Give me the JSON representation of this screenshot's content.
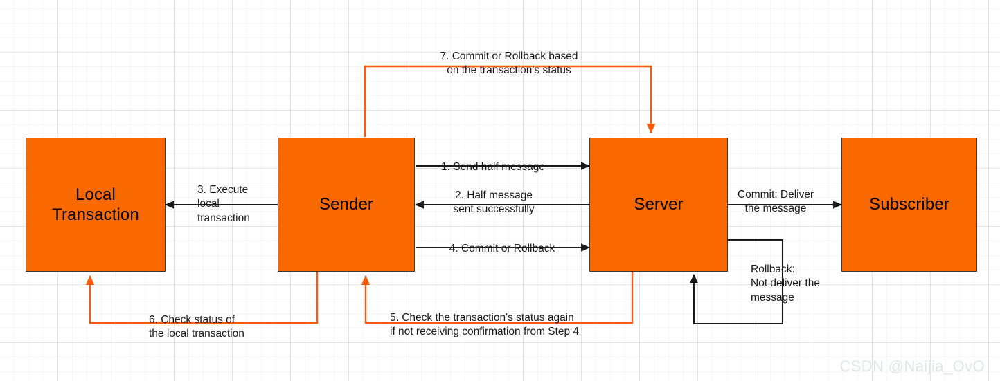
{
  "diagram": {
    "title": "RocketMQ transactional message flow",
    "colors": {
      "node_fill": "#fa6800",
      "node_stroke": "#3b3b3b",
      "black_edge": "#1a1a1a",
      "orange_edge": "#fa5b0a",
      "grid": "#ededed",
      "watermark": "#e3e6ea"
    },
    "nodes": [
      {
        "id": "local-transaction",
        "label": "Local\nTransaction"
      },
      {
        "id": "sender",
        "label": "Sender"
      },
      {
        "id": "server",
        "label": "Server"
      },
      {
        "id": "subscriber",
        "label": "Subscriber"
      }
    ],
    "edges": [
      {
        "id": "step-1",
        "label": "1. Send half message",
        "from": "sender",
        "to": "server",
        "color": "black"
      },
      {
        "id": "step-2",
        "label": "2. Half message\nsent successfully",
        "from": "server",
        "to": "sender",
        "color": "black"
      },
      {
        "id": "step-3",
        "label": "3. Execute\nlocal\ntransaction",
        "from": "sender",
        "to": "local-transaction",
        "color": "black"
      },
      {
        "id": "step-4",
        "label": "4. Commit or Rollback",
        "from": "sender",
        "to": "server",
        "color": "black"
      },
      {
        "id": "step-5",
        "label": "5. Check the transaction's status again\nif not receiving confirmation from Step 4",
        "from": "server",
        "to": "sender",
        "color": "orange"
      },
      {
        "id": "step-6",
        "label": "6. Check status of\nthe local transaction",
        "from": "sender",
        "to": "local-transaction",
        "color": "orange"
      },
      {
        "id": "step-7",
        "label": "7. Commit or Rollback based\non the transaction's status",
        "from": "sender",
        "to": "server",
        "color": "orange"
      },
      {
        "id": "commit-deliver",
        "label": "Commit: Deliver\nthe message",
        "from": "server",
        "to": "subscriber",
        "color": "black"
      },
      {
        "id": "rollback-not-deliver",
        "label": "Rollback:\nNot deliver the\nmessage",
        "from": "server",
        "to": "server",
        "color": "black"
      }
    ],
    "watermark": "CSDN @Naijia_OvO"
  }
}
